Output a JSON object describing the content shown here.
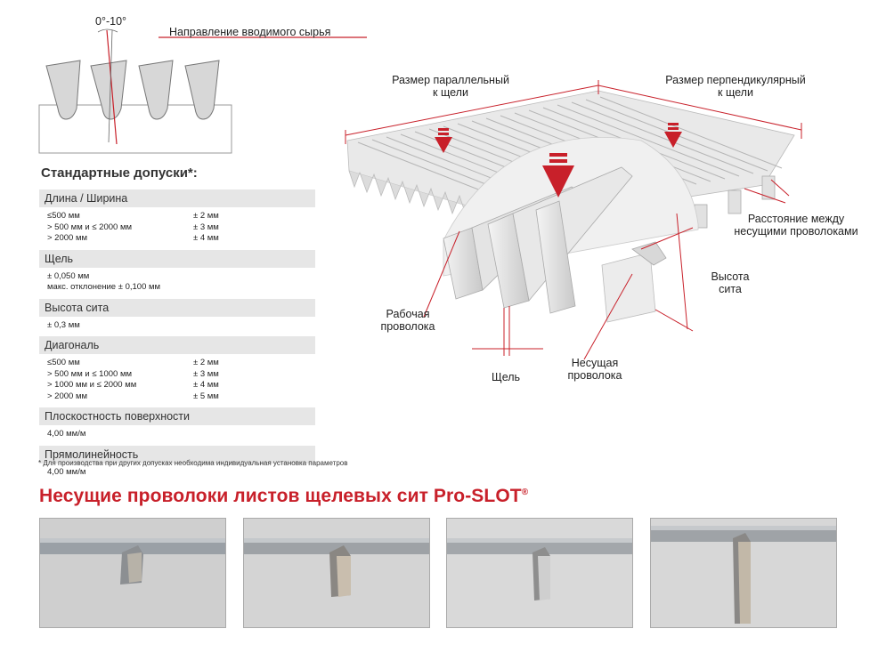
{
  "top_left": {
    "angle_label": "0°-10°",
    "feed_direction": "Направление вводимого сырья"
  },
  "tolerances": {
    "title": "Стандартные допуски*:",
    "sections": [
      {
        "header": "Длина / Ширина",
        "rows": [
          [
            "≤500  мм",
            "± 2 мм"
          ],
          [
            "> 500 мм и ≤ 2000 мм",
            "± 3 мм"
          ],
          [
            "> 2000 мм",
            "± 4 мм"
          ]
        ]
      },
      {
        "header": "Щель",
        "rows": [
          [
            "± 0,050 мм",
            ""
          ],
          [
            "макс. отклонение ± 0,100 мм",
            ""
          ]
        ]
      },
      {
        "header": "Высота сита",
        "rows": [
          [
            "± 0,3 мм",
            ""
          ]
        ]
      },
      {
        "header": "Диагональ",
        "rows": [
          [
            "≤500  мм",
            "± 2 мм"
          ],
          [
            "> 500 мм и ≤ 1000 мм",
            "± 3 мм"
          ],
          [
            "> 1000 мм и ≤ 2000 мм",
            "± 4 мм"
          ],
          [
            "> 2000 мм",
            "± 5 мм"
          ]
        ]
      },
      {
        "header": "Плоскостность поверхности",
        "rows": [
          [
            "4,00 мм/м",
            ""
          ]
        ]
      },
      {
        "header": "Прямолинейность",
        "rows": [
          [
            "4,00 мм/м",
            ""
          ]
        ]
      }
    ],
    "footnote": "* Для производства при других допусках необходима индивидуальная установка параметров"
  },
  "diagram_labels": {
    "parallel_size_1": "Размер параллельный",
    "parallel_size_2": "к щели",
    "perp_size_1": "Размер перпендикулярный",
    "perp_size_2": "к щели",
    "support_spacing_1": "Расстояние между",
    "support_spacing_2": "несущими проволоками",
    "sieve_height_1": "Высота",
    "sieve_height_2": "сита",
    "work_wire_1": "Рабочая",
    "work_wire_2": "проволока",
    "slot": "Щель",
    "support_wire_1": "Несущая",
    "support_wire_2": "проволока"
  },
  "bottom": {
    "title": "Несущие проволоки листов щелевых сит Pro-SLOT",
    "title_mark": "®"
  },
  "colors": {
    "accent_red": "#c8202a",
    "header_gray": "#e6e6e6"
  }
}
